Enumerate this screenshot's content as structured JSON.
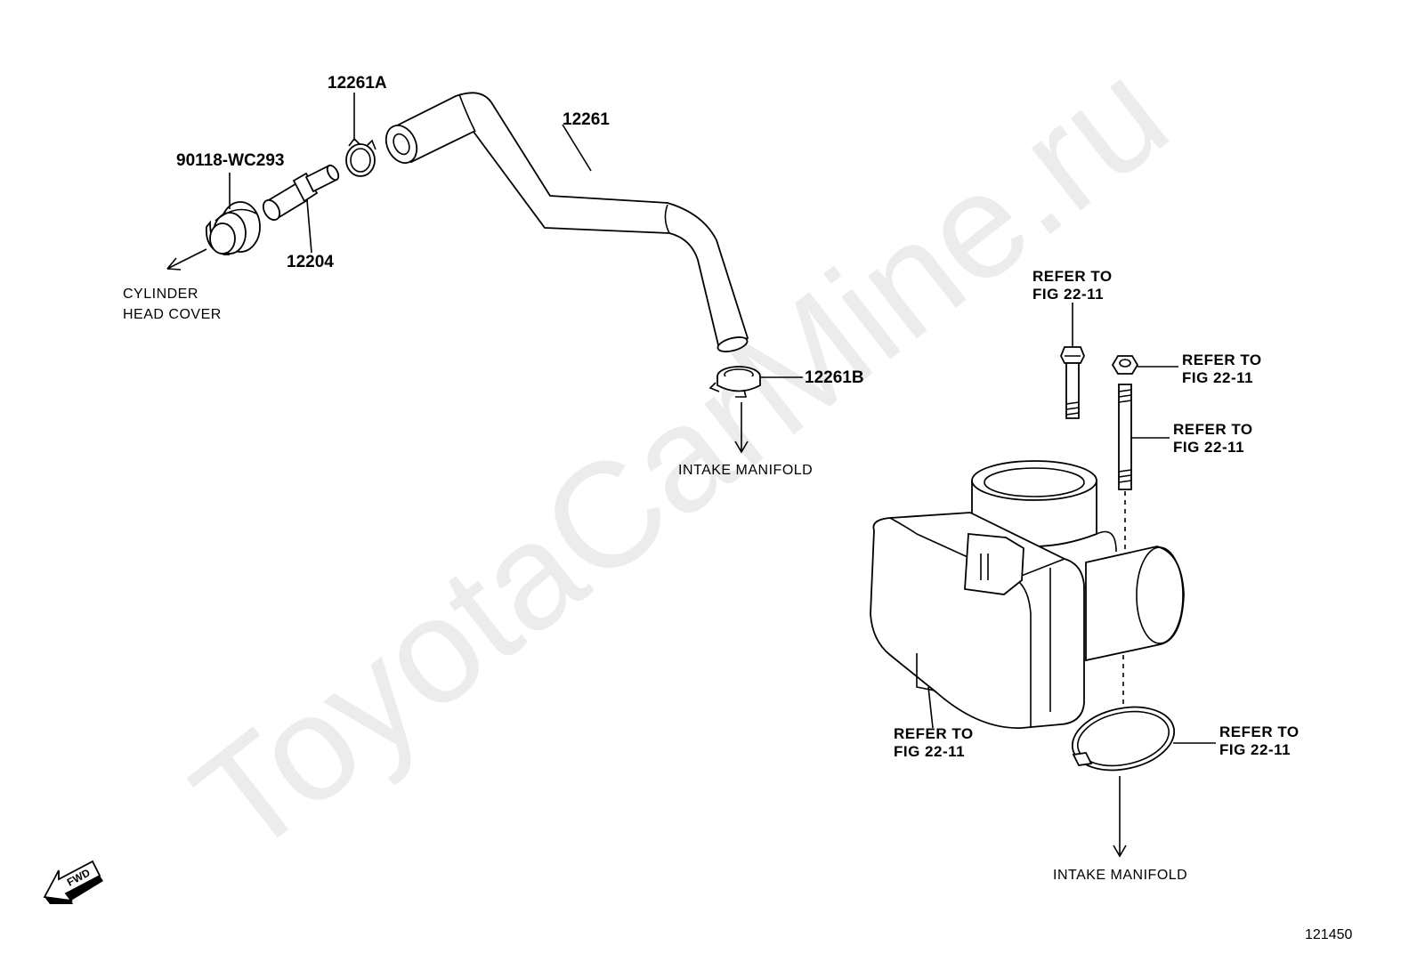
{
  "watermark": "ToyotaCarMine.ru",
  "diagram_number": "121450",
  "fwd_label": "FWD",
  "parts": {
    "grommet": "90118-WC293",
    "pcv_valve": "12204",
    "clamp_a": "12261A",
    "hose": "12261",
    "clamp_b": "12261B"
  },
  "notes": {
    "cylinder_head_cover": [
      "CYLINDER",
      "HEAD COVER"
    ],
    "intake_manifold_1": "INTAKE MANIFOLD",
    "intake_manifold_2": "INTAKE MANIFOLD"
  },
  "refer": {
    "line1": "REFER TO",
    "line2": "FIG 22-11"
  }
}
